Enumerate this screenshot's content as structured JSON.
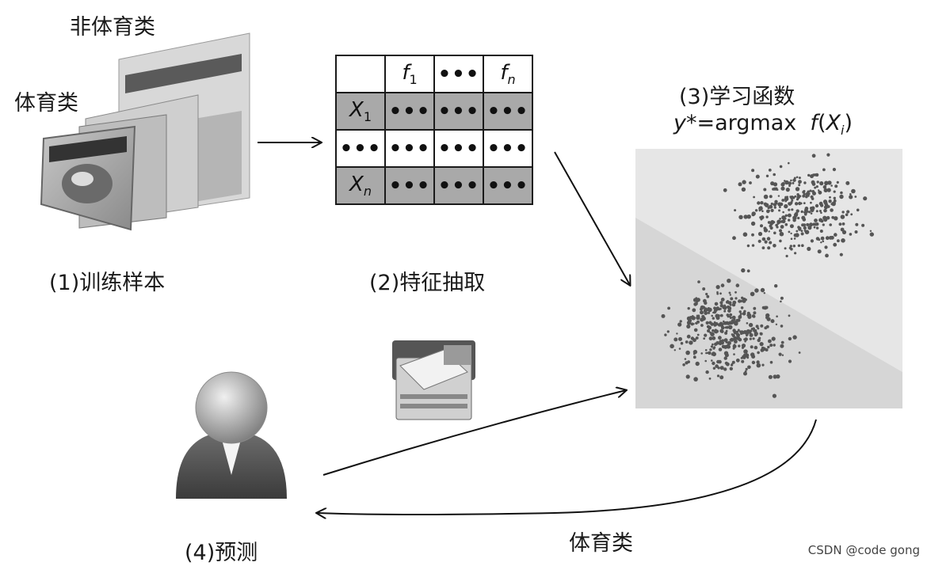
{
  "labels": {
    "nonsports": "非体育类",
    "sports": "体育类",
    "step1": "(1)训练样本",
    "step2": "(2)特征抽取",
    "step3": "(3)学习函数",
    "step4": "(4)预测",
    "result": "体育类"
  },
  "formula": {
    "y": "y",
    "star_eq": "*=argmax",
    "f": "f",
    "lparen": "(",
    "X": "X",
    "i": "i",
    "rparen": ")"
  },
  "table": {
    "header": [
      "",
      "f",
      "•••",
      "f"
    ],
    "header_subs": [
      "",
      "1",
      "",
      "n"
    ],
    "rows": [
      {
        "label": "X",
        "sub": "1",
        "cells": [
          "•••",
          "•••",
          "•••"
        ]
      },
      {
        "label": "•••",
        "sub": "",
        "cells": [
          "•••",
          "•••",
          "•••"
        ]
      },
      {
        "label": "X",
        "sub": "n",
        "cells": [
          "•••",
          "•••",
          "•••"
        ]
      }
    ]
  },
  "watermark": "CSDN @code gong"
}
